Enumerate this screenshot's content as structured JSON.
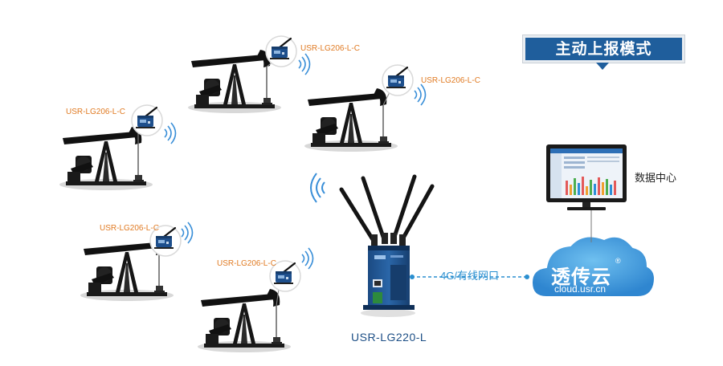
{
  "title": "主动上报模式",
  "node_labels": [
    "USR-LG206-L-C",
    "USR-LG206-L-C",
    "USR-LG206-L-C",
    "USR-LG206-L-C",
    "USR-LG206-L-C"
  ],
  "gateway_label": "USR-LG220-L",
  "link_label": "4G/有线网口",
  "center_label": "数据中心",
  "cloud": {
    "name": "透传云",
    "domain": "cloud.usr.cn",
    "mark": "®"
  },
  "colors": {
    "label_orange": "#e07a22",
    "title_blue": "#1f5e9c",
    "cloud_blue": "#4aa3e0",
    "wave_blue": "#3a8fd8",
    "device_blue": "#1d4f86"
  }
}
